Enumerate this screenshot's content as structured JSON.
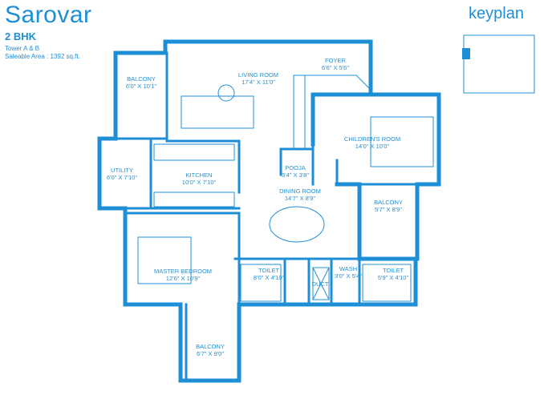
{
  "header": {
    "title": "Sarovar",
    "unit_type": "2 BHK",
    "tower": "Tower A & B",
    "saleable_area": "Saleable Area : 1392 sq.ft."
  },
  "keyplan_label": "keyplan",
  "colors": {
    "primary": "#1e8fd6",
    "keyplan_highlight": "#1e8fd6"
  },
  "rooms": [
    {
      "id": "balcony-1",
      "name": "BALCONY",
      "dims": "6'0\" X 10'1\""
    },
    {
      "id": "living-room",
      "name": "LIVING ROOM",
      "dims": "17'4\" X 11'0\""
    },
    {
      "id": "foyer",
      "name": "FOYER",
      "dims": "6'6\" X 5'6\""
    },
    {
      "id": "childrens-room",
      "name": "CHILDREN'S ROOM",
      "dims": "14'0\" X 10'0\""
    },
    {
      "id": "utility",
      "name": "UTILITY",
      "dims": "6'0\" X 7'10\""
    },
    {
      "id": "kitchen",
      "name": "KITCHEN",
      "dims": "10'0\" X 7'10\""
    },
    {
      "id": "pooja",
      "name": "POOJA",
      "dims": "3'4\" X 3'8\""
    },
    {
      "id": "dining-room",
      "name": "DINING ROOM",
      "dims": "14'7\" X 8'9\""
    },
    {
      "id": "balcony-2",
      "name": "BALCONY",
      "dims": "5'7\" X 8'9\""
    },
    {
      "id": "master-bedroom",
      "name": "MASTER BEDROOM",
      "dims": "12'6\" X 10'9\""
    },
    {
      "id": "toilet-1",
      "name": "TOILET",
      "dims": "8'0\" X 4'10\""
    },
    {
      "id": "wash",
      "name": "WASH",
      "dims": "3'0\" X 5'4\""
    },
    {
      "id": "toilet-2",
      "name": "TOILET",
      "dims": "5'9\" X 4'10\""
    },
    {
      "id": "duct",
      "name": "DUCT",
      "dims": ""
    },
    {
      "id": "balcony-3",
      "name": "BALCONY",
      "dims": "6'7\" X 9'0\""
    }
  ]
}
